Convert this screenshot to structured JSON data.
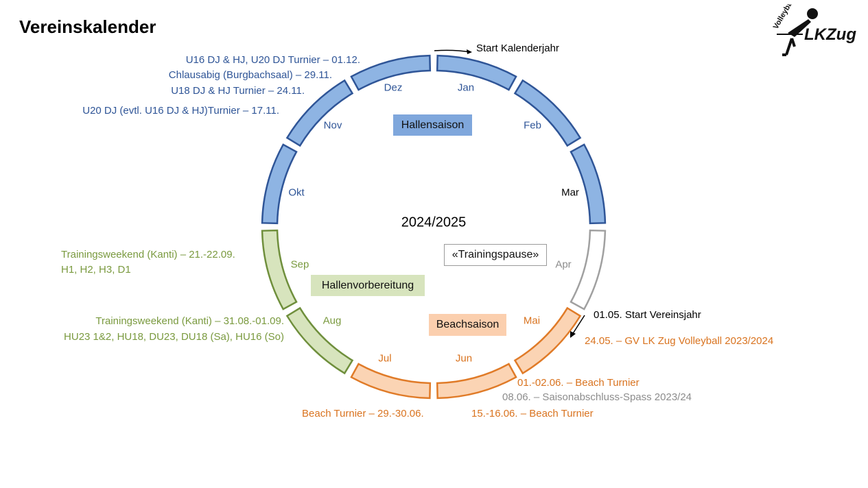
{
  "title": "Vereinskalender",
  "logo": {
    "text_main": "LKZug",
    "text_arc": "Volleyball"
  },
  "season": "2024/2025",
  "colors": {
    "blue_fill": "#8eb4e3",
    "blue_stroke": "#2f5597",
    "green_fill": "#d7e4bd",
    "green_stroke": "#6f8f3c",
    "orange_fill": "#fbd4b4",
    "orange_stroke": "#e07b28",
    "gray_fill": "#ffffff",
    "gray_stroke": "#a0a0a0"
  },
  "months": [
    {
      "label": "Jan",
      "phase": "blue"
    },
    {
      "label": "Feb",
      "phase": "blue"
    },
    {
      "label": "Mar",
      "phase": "blue"
    },
    {
      "label": "Apr",
      "phase": "gray"
    },
    {
      "label": "Mai",
      "phase": "orange"
    },
    {
      "label": "Jun",
      "phase": "orange"
    },
    {
      "label": "Jul",
      "phase": "orange"
    },
    {
      "label": "Aug",
      "phase": "green"
    },
    {
      "label": "Sep",
      "phase": "green"
    },
    {
      "label": "Okt",
      "phase": "blue"
    },
    {
      "label": "Nov",
      "phase": "blue"
    },
    {
      "label": "Dez",
      "phase": "blue"
    }
  ],
  "phases": {
    "hallensaison": "Hallensaison",
    "trainingspause": "«Trainingspause»",
    "hallenvorbereitung": "Hallenvorbereitung",
    "beachsaison": "Beachsaison"
  },
  "markers": {
    "start_calendar": "Start Kalenderjahr",
    "start_club": "01.05. Start Vereinsjahr"
  },
  "events": {
    "dec_01": "U16 DJ & HJ, U20 DJ Turnier – 01.12.",
    "nov_29": "Chlausabig (Burgbachsaal) – 29.11.",
    "nov_24": "U18 DJ & HJ Turnier – 24.11.",
    "nov_17": "U20 DJ (evtl. U16 DJ & HJ)Turnier – 17.11.",
    "sep_line1": "Trainingsweekend (Kanti) – 21.-22.09.",
    "sep_line2": "H1, H2, H3, D1",
    "aug_line1": "Trainingsweekend (Kanti) – 31.08.-01.09.",
    "aug_line2": "HU23 1&2, HU18, DU23, DU18 (Sa), HU16 (So)",
    "may_24": "24.05. – GV LK Zug Volleyball 2023/2024",
    "jun_01": "01.-02.06. – Beach Turnier",
    "jun_08": "08.06. – Saisonabschluss-Spass 2023/24",
    "jun_15": "15.-16.06. – Beach Turnier",
    "jun_29": "Beach Turnier – 29.-30.06."
  }
}
